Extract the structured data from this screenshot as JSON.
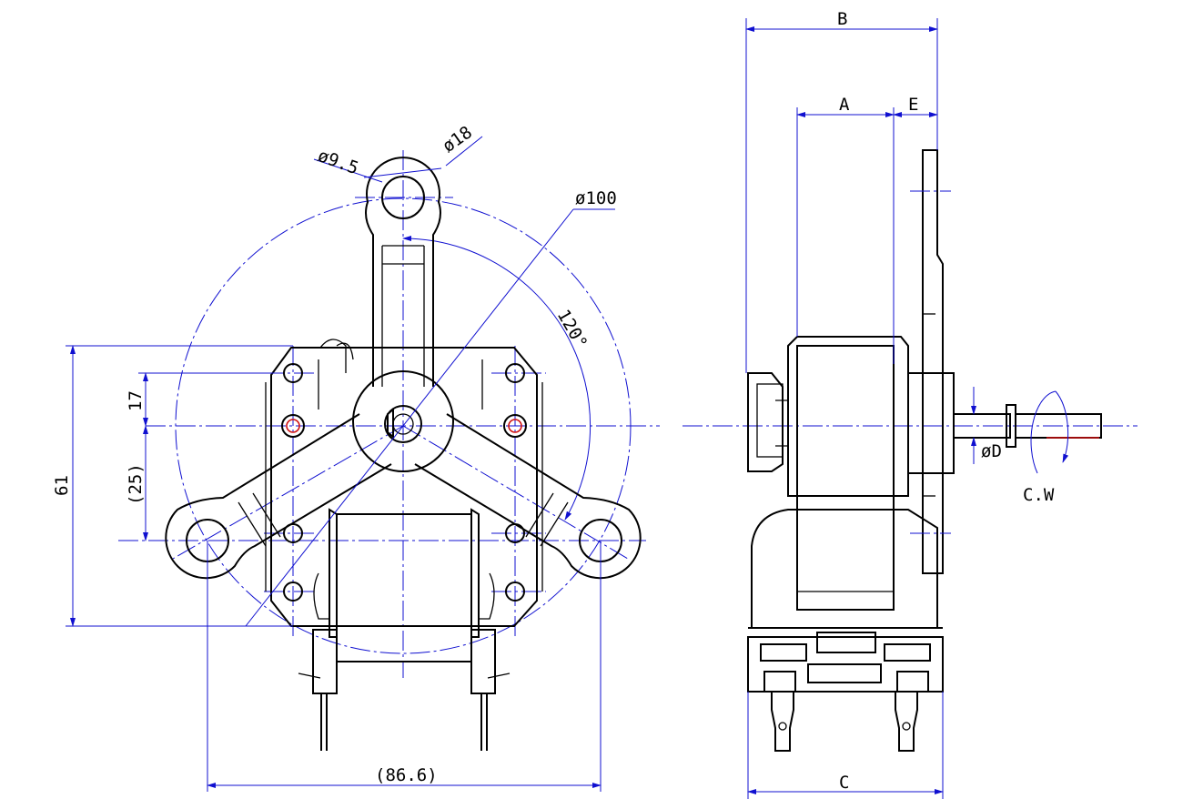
{
  "colors": {
    "object_line": "#000000",
    "dimension_line": "#1010d0",
    "highlight": "#d01010",
    "background": "#ffffff"
  },
  "front_view": {
    "hole_diameter": "ø9.5",
    "boss_diameter": "ø18",
    "bolt_circle_diameter": "ø100",
    "bracket_angle": "120°",
    "dim_height_total": "61",
    "dim_upper": "17",
    "dim_lower": "(25)",
    "dim_width": "(86.6)"
  },
  "side_view": {
    "dim_A": "A",
    "dim_B": "B",
    "dim_C": "C",
    "dim_E": "E",
    "shaft_diameter": "øD",
    "rotation": "C.W"
  }
}
